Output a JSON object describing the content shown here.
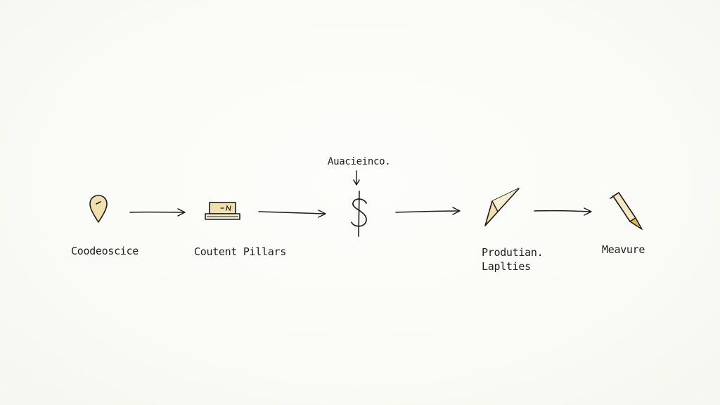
{
  "diagram": {
    "accent_color": "#e9d594",
    "stroke_color": "#1c1c1c",
    "nodes": [
      {
        "id": "node-1",
        "icon": "location-pin-icon",
        "label": "Coodeoscice"
      },
      {
        "id": "node-2",
        "icon": "laptop-icon",
        "label": "Coutent Pillars"
      },
      {
        "id": "node-3",
        "icon": "dollar-icon",
        "label": "",
        "annotation": "Auacieinco."
      },
      {
        "id": "node-4",
        "icon": "paper-plane-icon",
        "label_lines": [
          "Produtian.",
          "Laplties"
        ]
      },
      {
        "id": "node-5",
        "icon": "pencil-icon",
        "label": "Meavure"
      }
    ]
  }
}
